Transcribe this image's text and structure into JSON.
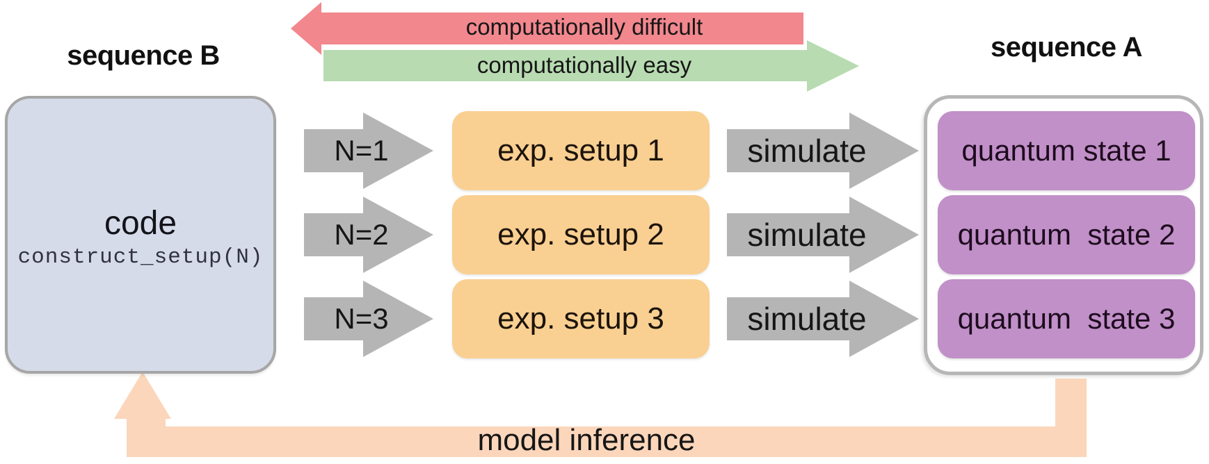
{
  "titles": {
    "sequence_b": "sequence B",
    "sequence_a": "sequence A"
  },
  "top_arrows": {
    "difficult_label": "computationally difficult",
    "difficult_direction": "left",
    "easy_label": "computationally easy",
    "easy_direction": "right"
  },
  "sequence_b": {
    "heading": "code",
    "code_line": "construct_setup(N)"
  },
  "rows": [
    {
      "n_label": "N=1",
      "setup_label": "exp. setup 1",
      "simulate_label": "simulate",
      "state_label": "quantum state 1"
    },
    {
      "n_label": "N=2",
      "setup_label": "exp. setup 2",
      "simulate_label": "simulate",
      "state_label": "quantum  state 2"
    },
    {
      "n_label": "N=3",
      "setup_label": "exp. setup 3",
      "simulate_label": "simulate",
      "state_label": "quantum  state 3"
    }
  ],
  "bottom_arrow": {
    "label": "model inference",
    "direction": "from sequence A back up to sequence B"
  },
  "colors": {
    "difficult_arrow": "#f2878e",
    "easy_arrow": "#b8dbb1",
    "gray_arrow": "#b5b5b5",
    "sequence_b_fill": "#d6dbe9",
    "sequence_b_border": "#a6a6a6",
    "setup_box": "#f9d092",
    "state_box": "#c190c8",
    "sequence_a_border": "#b6b6b6",
    "model_inference_arrow": "#fbd6bb",
    "text": "#141414"
  }
}
